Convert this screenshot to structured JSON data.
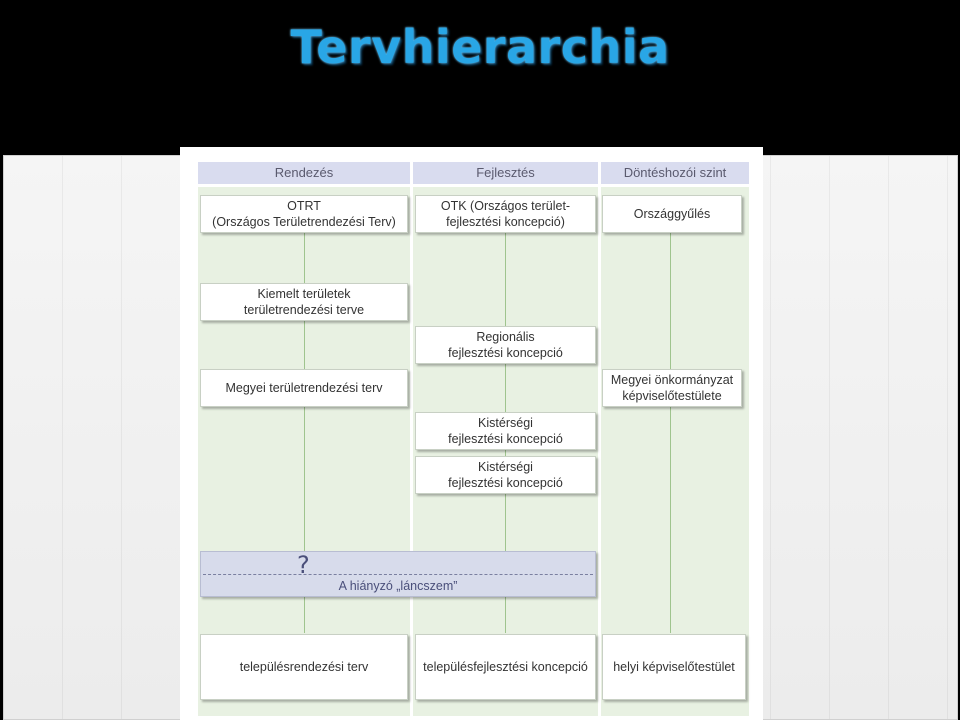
{
  "slide": {
    "title": "Tervhierarchia"
  },
  "diagram": {
    "columns": [
      {
        "header": "Rendezés"
      },
      {
        "header": "Fejlesztés"
      },
      {
        "header": "Döntéshozói szint"
      }
    ],
    "boxes": {
      "otrt": {
        "line1": "OTRT",
        "line2": "(Országos Területrendezési Terv)"
      },
      "otk": {
        "line1": "OTK (Országos terület-",
        "line2": "fejlesztési koncepció)"
      },
      "orszaggyules": {
        "line1": "Országgyűlés"
      },
      "kiemelt": {
        "line1": "Kiemelt területek",
        "line2": "területrendezési terve"
      },
      "regionalis": {
        "line1": "Regionális",
        "line2": "fejlesztési koncepció"
      },
      "megyei_terv": {
        "line1": "Megyei területrendezési terv"
      },
      "megyei_onkorm": {
        "line1": "Megyei önkormányzat",
        "line2": "képviselőtestülete"
      },
      "kisterseg_1": {
        "line1": "Kistérségi",
        "line2": "fejlesztési koncepció"
      },
      "kisterseg_2": {
        "line1": "Kistérségi",
        "line2": "fejlesztési koncepció"
      },
      "telepules_rend": {
        "line1": "településrendezési terv"
      },
      "telepules_fejl": {
        "line1": "településfejlesztési koncepció"
      },
      "helyi": {
        "line1": "helyi képviselőtestület"
      }
    },
    "missing_link": {
      "symbol": "?",
      "label": "A hiányzó „láncszem”"
    }
  }
}
